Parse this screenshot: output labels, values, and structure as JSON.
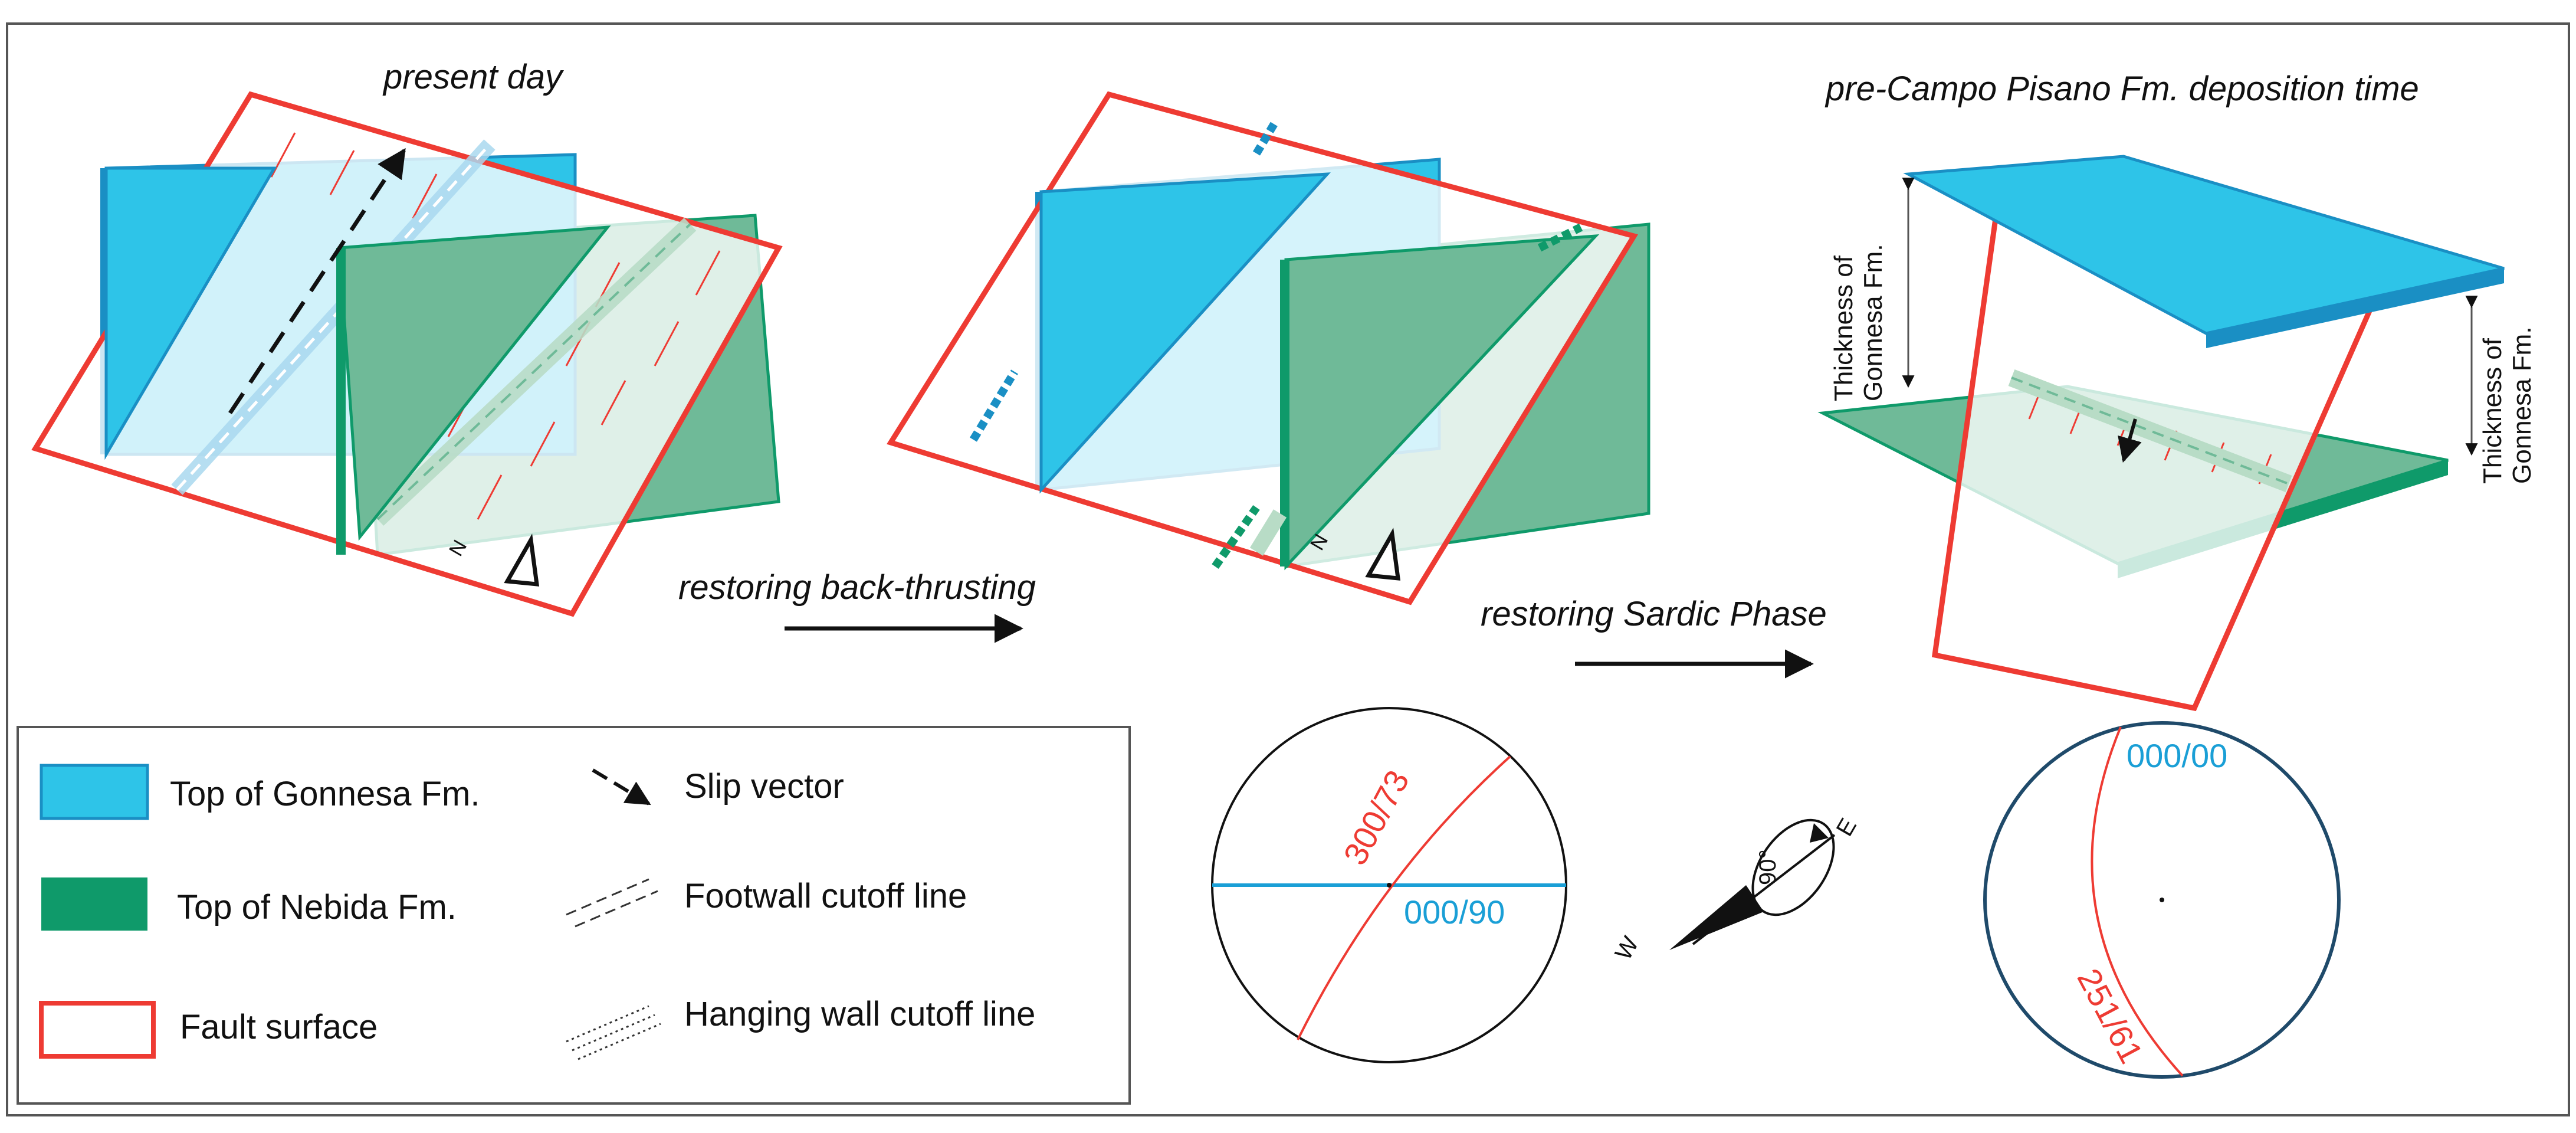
{
  "titles": {
    "present": "present day",
    "pre_campo": "pre-Campo Pisano Fm. deposition time"
  },
  "arrows": {
    "restoring_backthrust": "restoring  back-thrusting",
    "restoring_sardic": "restoring Sardic Phase"
  },
  "thickness_labels": {
    "left_line1": "Thickness of",
    "left_line2": "Gonnesa Fm.",
    "right_line1": "Thickness of",
    "right_line2": "Gonnesa Fm."
  },
  "legend": {
    "gonnesa": "Top of Gonnesa Fm.",
    "nebida": "Top of Nebida Fm.",
    "fault": "Fault surface",
    "slip": "Slip vector",
    "footwall": "Footwall cutoff line",
    "hanging": "Hanging wall cutoff line"
  },
  "stereonets": {
    "left_red": "300/73",
    "left_blue": "000/90",
    "right_blue": "000/00",
    "right_red": "251/61"
  },
  "rotation": {
    "angle": "90°",
    "east": "E",
    "west": "W"
  },
  "north_label": "N",
  "colors": {
    "gonnesa": "#2ec4e8",
    "gonnesa_edge": "#1a8fc4",
    "nebida": "#6fba98",
    "nebida_edge": "#0f9a6a",
    "fault": "#ee3b33",
    "stereonet_blue": "#1a9fd6",
    "stereonet_rim": "#1f4a6a"
  }
}
